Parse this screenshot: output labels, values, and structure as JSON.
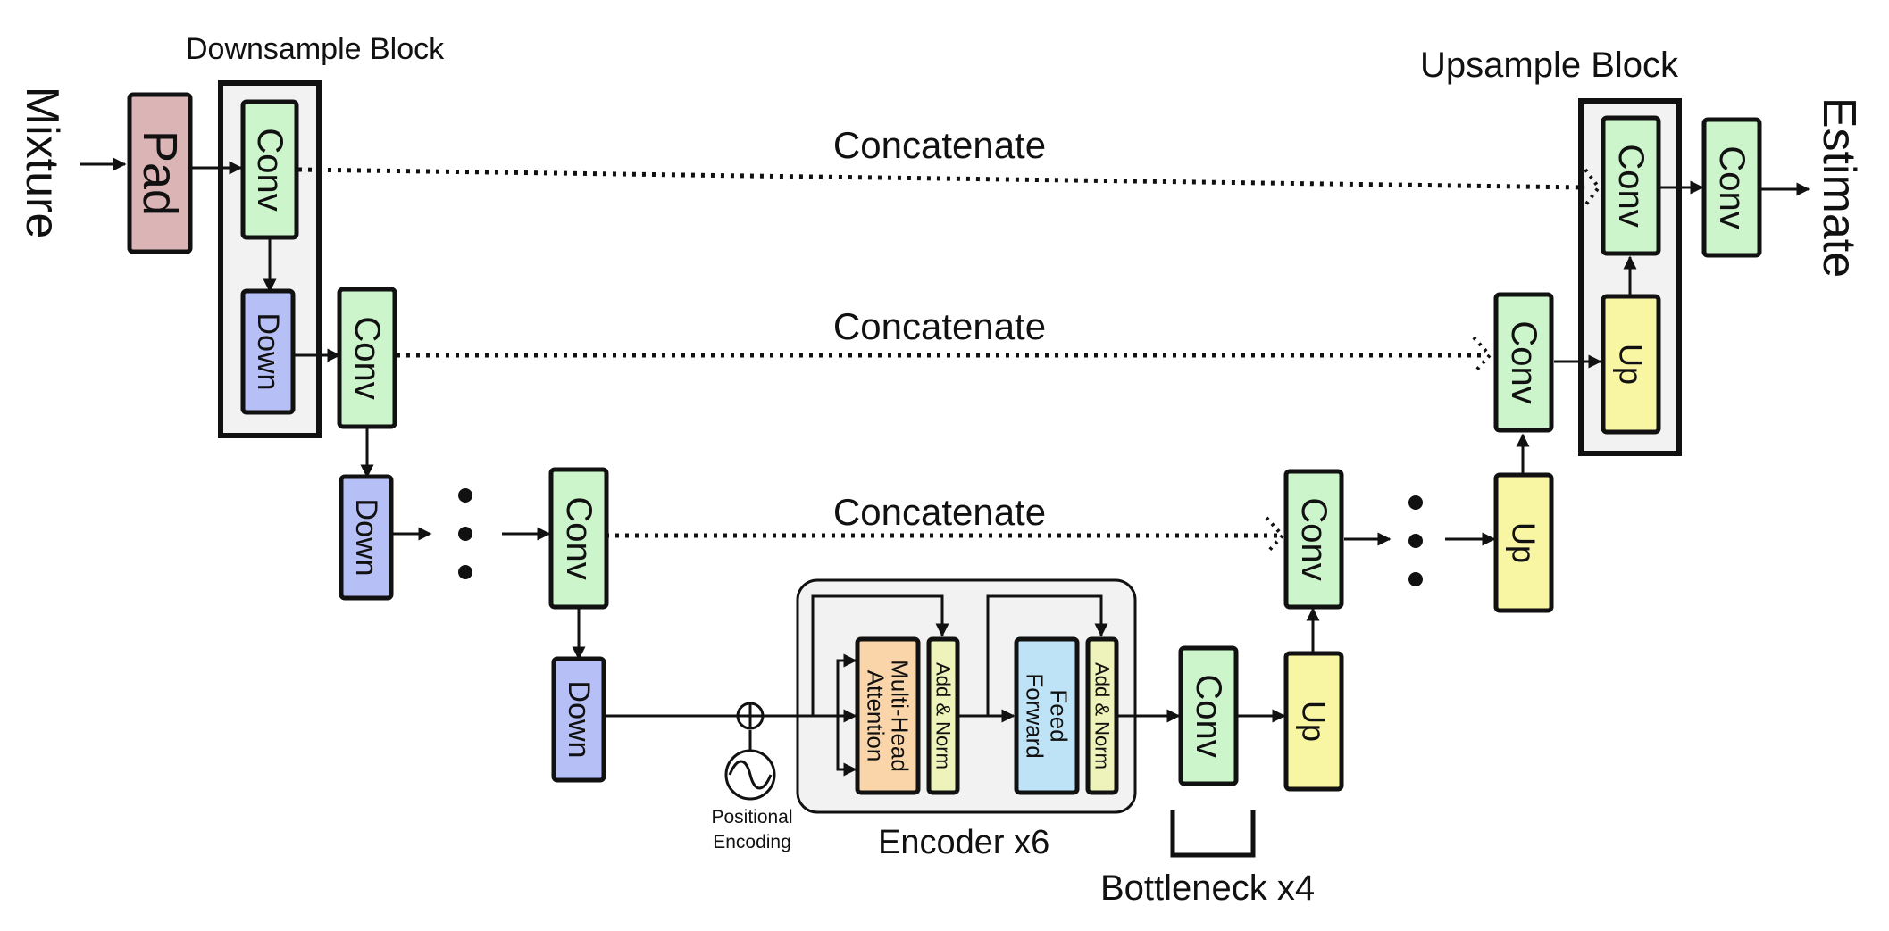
{
  "labels": {
    "input": "Mixture",
    "output": "Estimate",
    "downsample_block": "Downsample Block",
    "upsample_block": "Upsample Block",
    "concat_1": "Concatenate",
    "concat_2": "Concatenate",
    "concat_3": "Concatenate",
    "encoder": "Encoder x6",
    "bottleneck": "Bottleneck x4",
    "pos_enc_1": "Positional",
    "pos_enc_2": "Encoding"
  },
  "blocks": {
    "pad": "Pad",
    "conv": "Conv",
    "down": "Down",
    "up": "Up",
    "mha_1": "Multi-Head",
    "mha_2": "Attention",
    "add_norm": "Add & Norm",
    "ff_1": "Feed",
    "ff_2": "Forward"
  },
  "colors": {
    "pad": "#dbb5b5",
    "conv": "#ccf5cc",
    "down": "#b6bff6",
    "up": "#f8f5a3",
    "attention": "#fbd5aa",
    "add_norm": "#eef3bb",
    "feed_forward": "#bfe3f6",
    "group": "#f2f2f2"
  }
}
